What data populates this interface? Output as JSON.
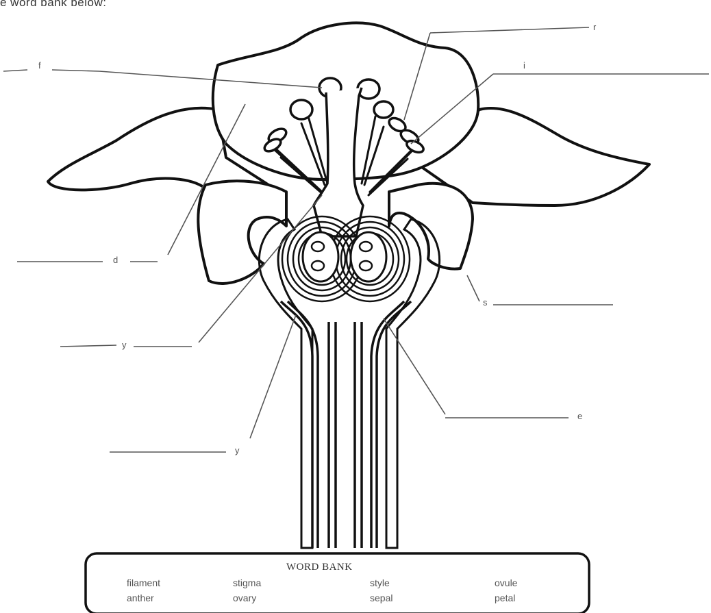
{
  "instruction": "e word bank below:",
  "labels": [
    "f",
    "r",
    "i",
    "d",
    "s",
    "y",
    "y",
    "e"
  ],
  "word_bank": {
    "title": "WORD BANK",
    "words": [
      "filament",
      "stigma",
      "style",
      "ovule",
      "anther",
      "ovary",
      "sepal",
      "petal"
    ]
  },
  "colors": {
    "ink": "#111111",
    "leader": "#555555",
    "paper": "#ffffff"
  }
}
